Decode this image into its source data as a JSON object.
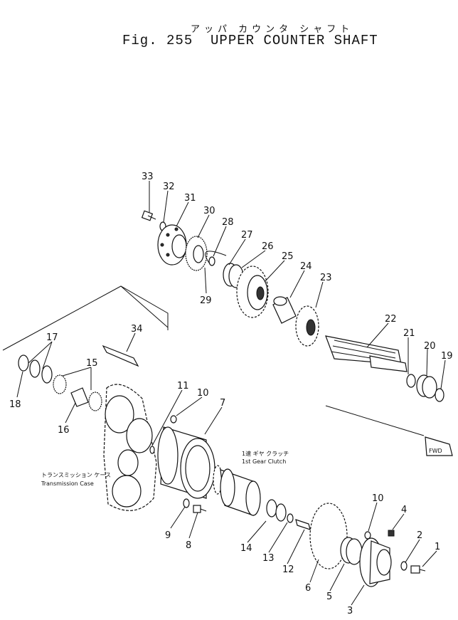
{
  "title": {
    "kana": "アッパ カウンタ シャフト",
    "figure": "Fig. 255",
    "name": "UPPER COUNTER SHAFT"
  },
  "labels": {
    "gear_clutch_jp": "1速 ギヤ クラッチ",
    "gear_clutch_en": "1st Gear Clutch",
    "trans_case_jp": "トランスミッション ケース",
    "trans_case_en": "Transmission Case",
    "fwd": "FWD"
  },
  "callouts": [
    "33",
    "32",
    "31",
    "30",
    "28",
    "27",
    "26",
    "25",
    "24",
    "23",
    "29",
    "22",
    "21",
    "20",
    "19",
    "34",
    "17",
    "15",
    "18",
    "16",
    "11",
    "10",
    "7",
    "9",
    "8",
    "14",
    "13",
    "12",
    "6",
    "5",
    "3",
    "10",
    "4",
    "2",
    "1"
  ]
}
